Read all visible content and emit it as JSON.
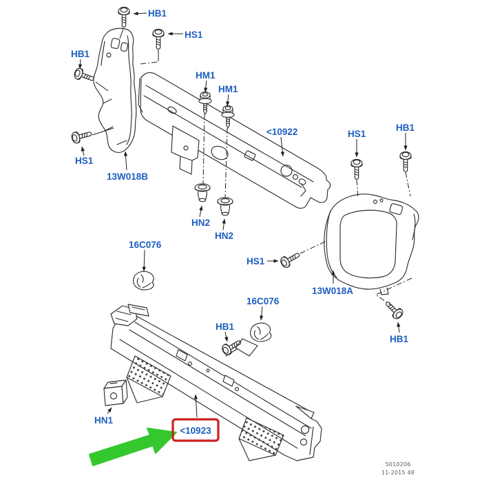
{
  "diagram": {
    "fastener_labels": {
      "hb1": "HB1",
      "hs1": "HS1",
      "hm1": "HM1",
      "hn2": "HN2",
      "hn1": "HN1"
    },
    "part_labels": {
      "bracket_left": "13W018B",
      "upper_crossmember": "<10922",
      "frame_right": "13W018A",
      "clip": "16C076",
      "bumper_reinforcement": "<10923"
    }
  },
  "footer": {
    "doc_number": "5010206",
    "date_code": "11-2015 48"
  },
  "colors": {
    "label-blue": "#1d5ec0",
    "highlight-red": "#cc2121",
    "arrow-green": "#35c82e",
    "line-dark": "#2d2d2d",
    "footer-gray": "#5a5a5a"
  }
}
